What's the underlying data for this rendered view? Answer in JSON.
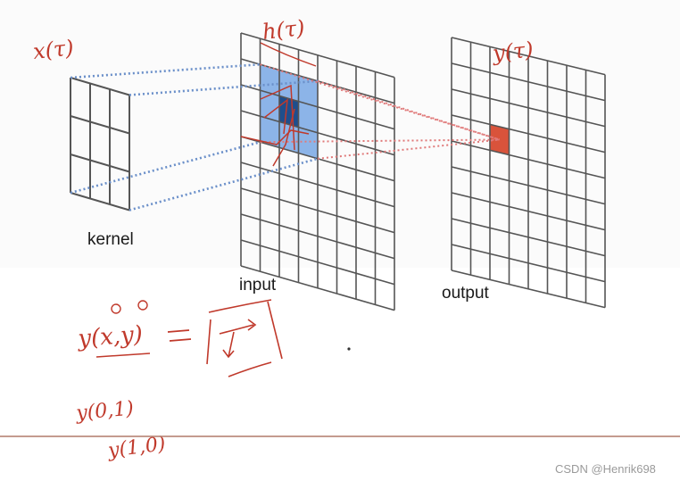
{
  "diagram": {
    "labels": {
      "kernel": "kernel",
      "input": "input",
      "output": "output"
    },
    "annotations": {
      "x_tau": "x(τ)",
      "h_tau": "h(τ)",
      "y_tau": "y(τ)",
      "y_xy": "y(x,y)",
      "y_01": "y(0,1)",
      "y_10": "y(1,0)"
    },
    "grids": {
      "kernel": {
        "rows": 3,
        "cols": 3
      },
      "input": {
        "rows": 9,
        "cols": 8
      },
      "output": {
        "rows": 9,
        "cols": 8
      }
    },
    "colors": {
      "grid_line": "#555555",
      "receptive_field": "#8cb4e8",
      "center_cell": "#1f4e8c",
      "output_cell": "#d9533b",
      "kernel_projection": "#6a8fc9",
      "output_projection": "#e07a7a",
      "annotation_ink": "#c0392b",
      "baseline": "#b07a6a"
    }
  },
  "watermark": "CSDN @Henrik698"
}
